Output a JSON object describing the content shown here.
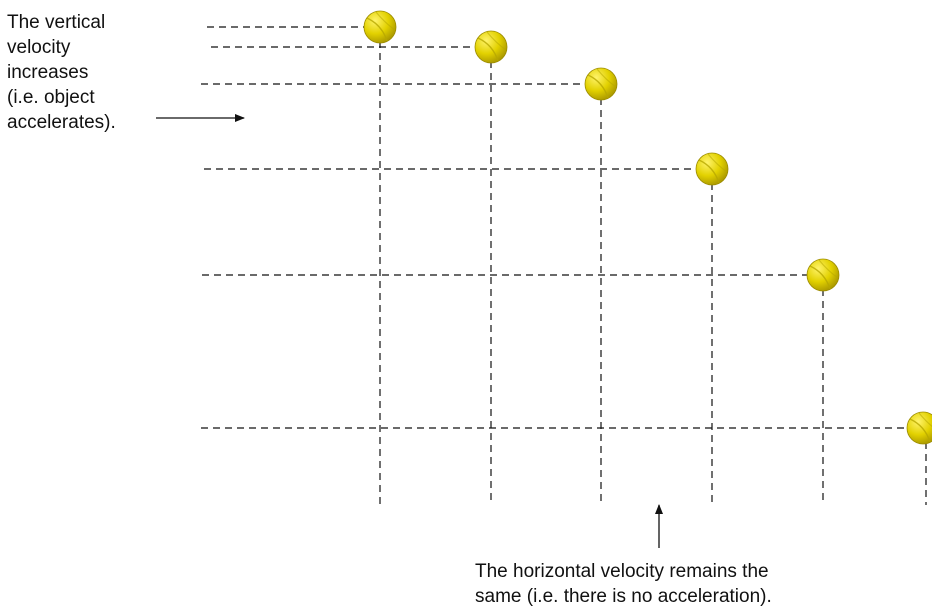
{
  "left_annotation": {
    "lines": [
      "The vertical",
      "velocity",
      "increases",
      "(i.e. object",
      "accelerates)."
    ]
  },
  "bottom_annotation": {
    "lines": [
      "The horizontal velocity remains the",
      "same (i.e. there is no acceleration)."
    ]
  },
  "colors": {
    "ball_fill": "#e2d100",
    "ball_highlight": "#fff36a",
    "ball_seam": "#b7a800",
    "dashed_line": "#111111",
    "text": "#111111"
  },
  "balls": {
    "count": 6,
    "motion": "projectile",
    "icon": "tennis-ball-icon"
  }
}
